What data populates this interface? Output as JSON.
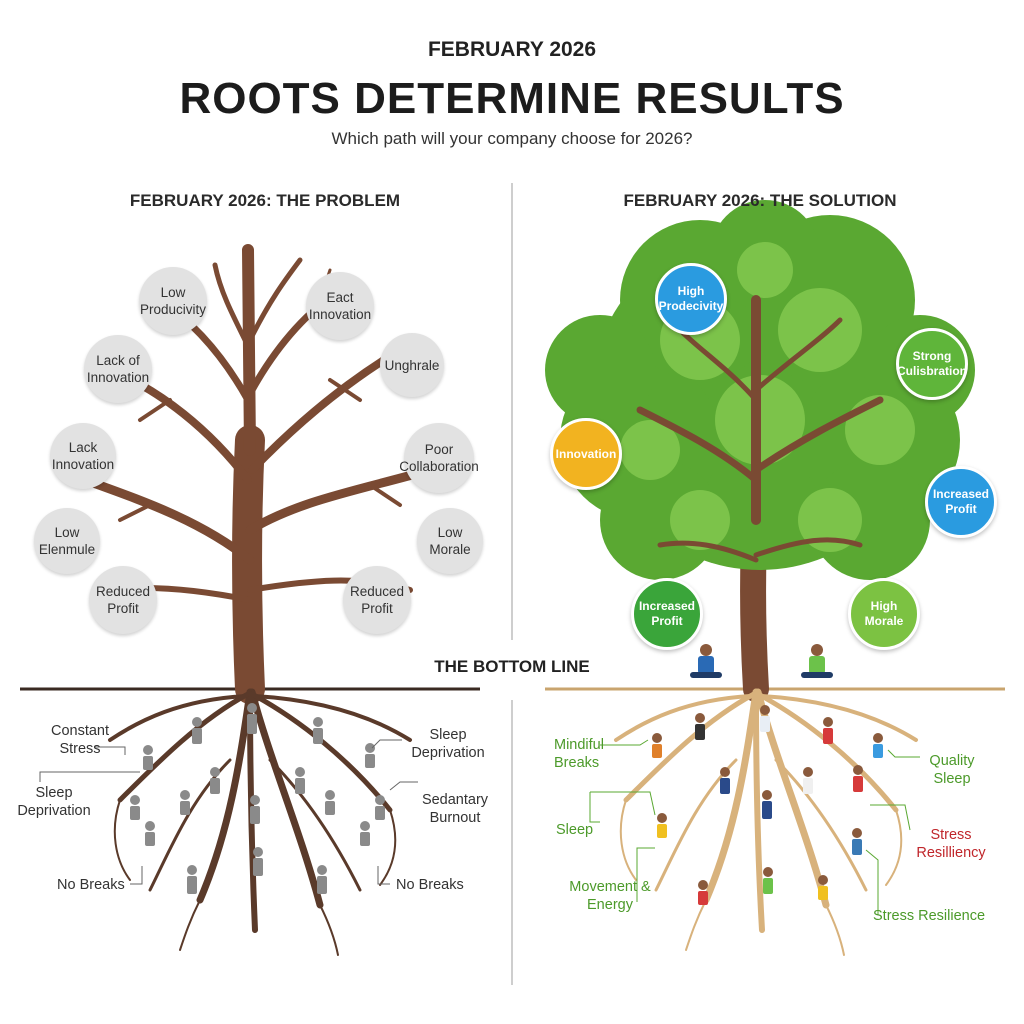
{
  "header": {
    "kicker": "FEBRUARY 2026",
    "title": "ROOTS DETERMINE RESULTS",
    "subtitle": "Which path will your company choose for 2026?"
  },
  "problem": {
    "heading": "FEBRUARY 2026: THE PROBLEM",
    "bubbles": [
      {
        "label": "Low Producivity"
      },
      {
        "label": "Eact Innovation"
      },
      {
        "label": "Lack of Innovation"
      },
      {
        "label": "Unghrale"
      },
      {
        "label": "Lack Innovation"
      },
      {
        "label": "Poor Collaboration"
      },
      {
        "label": "Low Elenmule"
      },
      {
        "label": "Low Morale"
      },
      {
        "label": "Reduced Profit"
      },
      {
        "label": "Reduced Profit"
      }
    ],
    "roots": [
      {
        "label": "Constant Stress"
      },
      {
        "label": "Sleep Deprivation"
      },
      {
        "label": "Sleep Deprivation"
      },
      {
        "label": "Sedantary Burnout"
      },
      {
        "label": "No Breaks"
      },
      {
        "label": "No Breaks"
      }
    ]
  },
  "divider_label": "THE BOTTOM LINE",
  "solution": {
    "heading": "FEBRUARY 2026: THE SOLUTION",
    "bubbles": [
      {
        "label": "High Prodecivity",
        "color": "#2a9be0"
      },
      {
        "label": "Strong Culisbration",
        "color": "#5fb53a"
      },
      {
        "label": "Innovation",
        "color": "#f2b320"
      },
      {
        "label": "Increased Profit",
        "color": "#2a9be0"
      },
      {
        "label": "Increased Profit",
        "color": "#3aa53a"
      },
      {
        "label": "High Morale",
        "color": "#7cc242"
      }
    ],
    "roots": [
      {
        "label": "Mindiful Breaks"
      },
      {
        "label": "Quality Sleep"
      },
      {
        "label": "Sleep"
      },
      {
        "label": "Stress Resilliency"
      },
      {
        "label": "Movement & Energy"
      },
      {
        "label": "Stress Resilience"
      }
    ]
  }
}
